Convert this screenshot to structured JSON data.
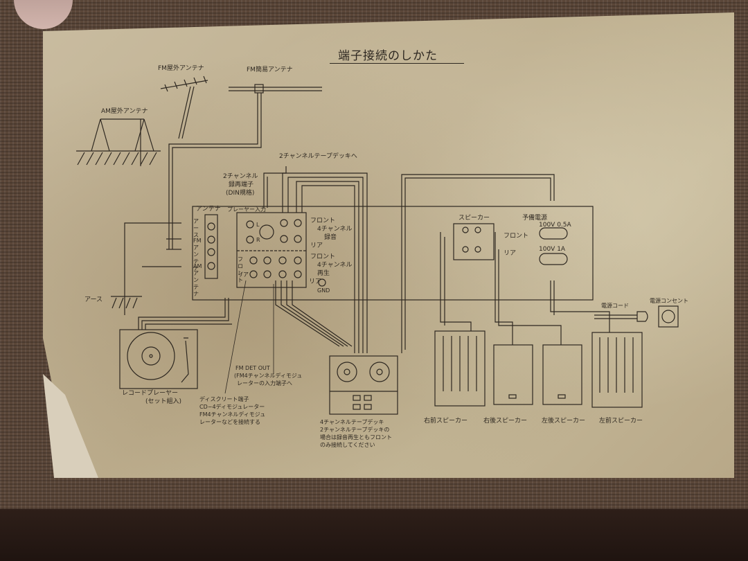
{
  "document": {
    "title": "端子接続のしかた",
    "colors": {
      "paper": "#c4b797",
      "ink": "#2d2720",
      "board": "#5a4638",
      "shelf": "#2a1c17"
    }
  },
  "antennas": {
    "fm_outdoor": "FM屋外アンテナ",
    "fm_simple": "FM簡易アンテナ",
    "am_outdoor": "AM屋外アンテナ",
    "earth": "アース"
  },
  "tape_deck_2ch_label": "2チャンネルテープデッキへ",
  "din_terminal": {
    "line1": "2チャンネル",
    "line2": "録再端子",
    "line3": "(DIN規格)"
  },
  "receiver_panel": {
    "antenna_header": "アンテナ",
    "player_input_header": "プレーヤー入力",
    "antenna_terminals": [
      "アース",
      "FM アンテナ",
      "AM アンテナ"
    ],
    "channel_L": "L",
    "channel_R": "R",
    "rec_group": {
      "front": "フロント",
      "label1": "4チャンネル",
      "label2": "録音",
      "rear": "リア"
    },
    "play_group": {
      "front": "フロント",
      "label1": "4チャンネル",
      "label2": "再生",
      "rear": "リア"
    },
    "aux_front": "フロント",
    "aux_rear": "リア",
    "gnd": "GND",
    "speaker_header": "スピーカー",
    "speaker_front": "フロント",
    "speaker_rear": "リア",
    "aux_power_header": "予備電源",
    "outlet1": "100V 0.5A",
    "outlet2": "100V 1A"
  },
  "power": {
    "cord": "電源コード",
    "outlet": "電源コンセント"
  },
  "record_player": {
    "label": "レコードプレーヤー",
    "sub": "(セット組入)"
  },
  "fm_det_out": {
    "line1": "FM DET OUT",
    "line2": "(FM4チャンネルディモジュ",
    "line3": "レーターの入力端子へ"
  },
  "discrete_note": [
    "ディスクリート端子",
    "CD−4ディモジュレーター",
    "FM4チャンネルディモジュ",
    "レーターなどを接続する"
  ],
  "tape_note": [
    "4チャンネルテープデッキ",
    "2チャンネルテープデッキの",
    "場合は録音再生ともフロント",
    "のみ接続してください"
  ],
  "speakers": [
    {
      "label": "右前スピーカー",
      "type": "front"
    },
    {
      "label": "右後スピーカー",
      "type": "rear"
    },
    {
      "label": "左後スピーカー",
      "type": "rear"
    },
    {
      "label": "左前スピーカー",
      "type": "front"
    }
  ]
}
